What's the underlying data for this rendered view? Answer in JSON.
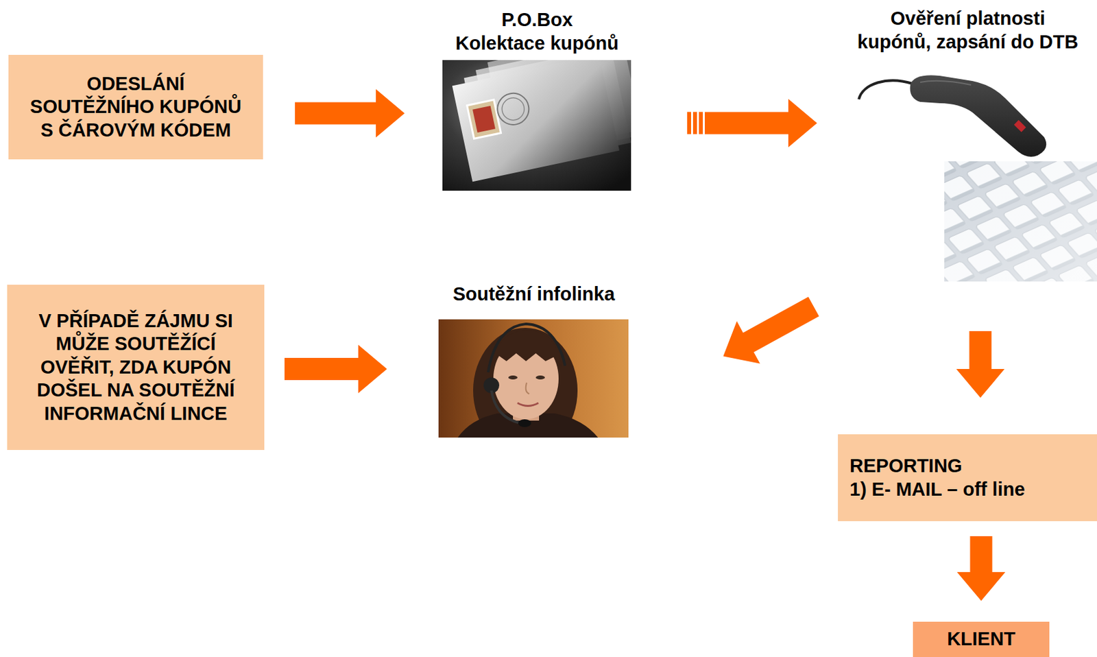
{
  "diagram": {
    "nodes": [
      {
        "text": [
          "ODESLÁNÍ SOUTĚŽNÍHO KUPÓNŮ S ČÁROVÝM KÓDEM"
        ]
      },
      {
        "text": [
          "P.O.Box",
          "Kolektace kupónů"
        ]
      },
      {
        "text": [
          "Ověření platnosti kupónů, zapsání do DTB"
        ]
      },
      {
        "text": [
          "V PŘÍPADĚ ZÁJMU SI MŮŽE SOUTĚŽÍCÍ OVĚŘIT, ZDA KUPÓN DOŠEL NA SOUTĚŽNÍ INFORMAČNÍ LINCE"
        ]
      },
      {
        "text": [
          "Soutěžní infolinka"
        ]
      },
      {
        "text": [
          "REPORTING",
          "1) E- MAIL – off line"
        ]
      },
      {
        "text": [
          "KLIENT"
        ]
      }
    ],
    "edges": [
      {
        "from": 0,
        "to": 1,
        "arrow": "to"
      },
      {
        "from": 1,
        "to": 2,
        "arrow": "to"
      },
      {
        "from": 2,
        "to": 4,
        "arrow": "to"
      },
      {
        "from": 3,
        "to": 4,
        "arrow": "to"
      },
      {
        "from": 2,
        "to": 5,
        "arrow": "to"
      },
      {
        "from": 5,
        "to": 6,
        "arrow": "to"
      }
    ]
  }
}
